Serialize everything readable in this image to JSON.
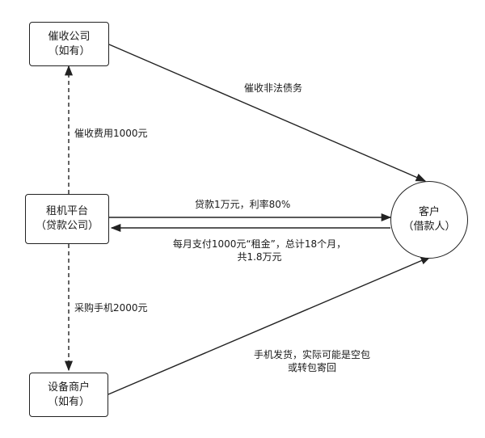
{
  "nodes": {
    "collection": {
      "line1": "催收公司",
      "line2": "（如有）"
    },
    "platform": {
      "line1": "租机平台",
      "line2": "（贷款公司）"
    },
    "merchant": {
      "line1": "设备商户",
      "line2": "（如有）"
    },
    "customer": {
      "line1": "客户",
      "line2": "（借款人）"
    }
  },
  "edges": {
    "collection_to_customer": "催收非法债务",
    "platform_to_collection": "催收费用1000元",
    "platform_to_customer": "贷款1万元，利率80%",
    "customer_to_platform_line1": "每月支付1000元“租金”，总计18个月，",
    "customer_to_platform_line2": "共1.8万元",
    "platform_to_merchant": "采购手机2000元",
    "merchant_to_customer_line1": "手机发货，实际可能是空包",
    "merchant_to_customer_line2": "或转包寄回"
  }
}
